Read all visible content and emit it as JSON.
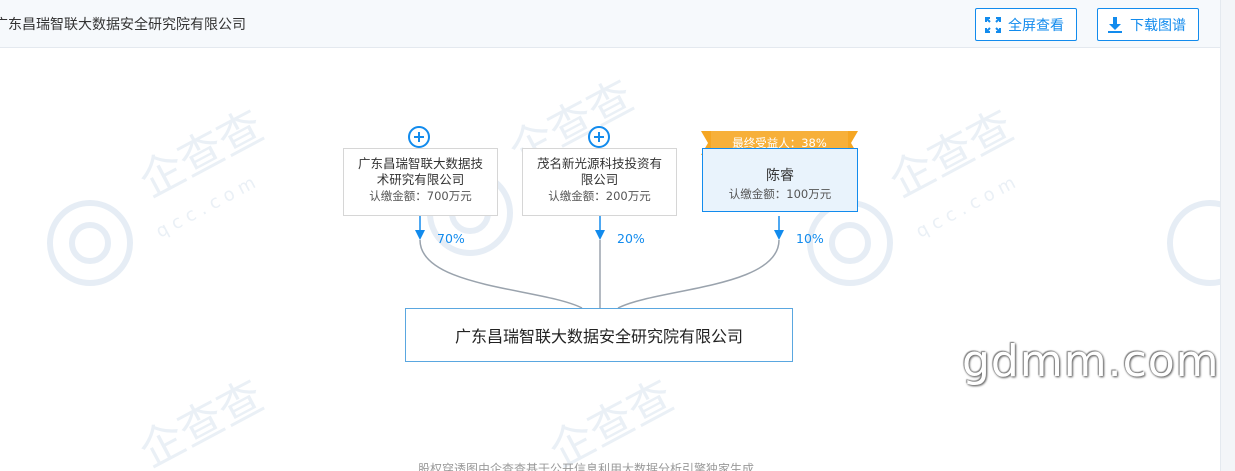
{
  "header": {
    "title": "广东昌瑞智联大数据安全研究院有限公司",
    "fullscreen_label": "全屏查看",
    "download_label": "下载图谱"
  },
  "chart_data": {
    "type": "equity-structure",
    "target": "广东昌瑞智联大数据安全研究院有限公司",
    "shareholders": [
      {
        "name": "广东昌瑞智联大数据技术研究有限公司",
        "name_lines": [
          "广东昌瑞智联大数据技",
          "术研究有限公司"
        ],
        "amount": "认缴金额：700万元",
        "percent": "70%",
        "expandable": true
      },
      {
        "name": "茂名新光源科技投资有限公司",
        "name_lines": [
          "茂名新光源科技投资有",
          "限公司"
        ],
        "amount": "认缴金额：200万元",
        "percent": "20%",
        "expandable": true
      },
      {
        "name": "陈睿",
        "name_lines": [
          "陈睿"
        ],
        "amount": "认缴金额：100万元",
        "percent": "10%",
        "expandable": false,
        "badge": "最终受益人：38%"
      }
    ]
  },
  "footer": {
    "note": "股权穿透图由企查查基于公开信息利用大数据分析引擎独家生成"
  },
  "watermark": {
    "site": "gdmm.com",
    "brand": "企查查",
    "brand_url": "qcc.com"
  },
  "colors": {
    "accent": "#128bed",
    "ribbon": "#f5a623",
    "line": "#9aa3ad"
  }
}
